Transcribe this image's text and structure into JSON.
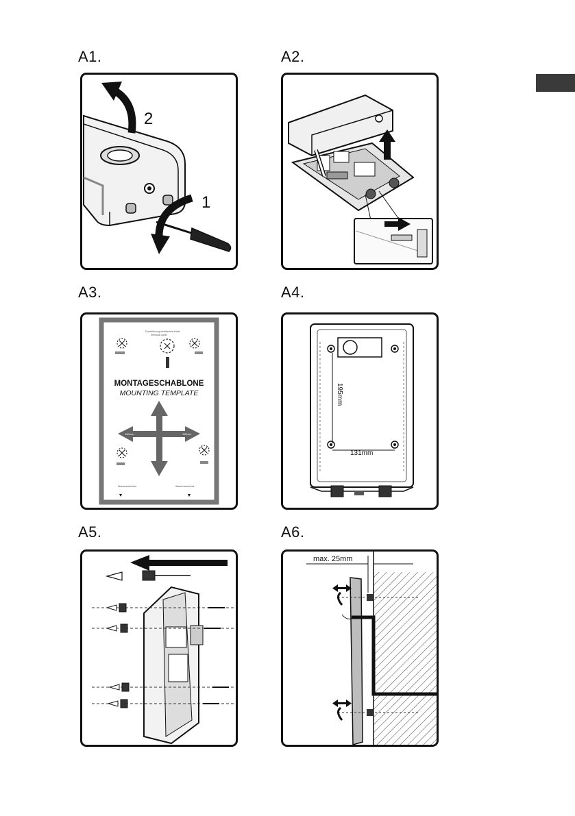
{
  "steps": [
    {
      "label": "A1.",
      "markers": [
        "1",
        "2"
      ]
    },
    {
      "label": "A2."
    },
    {
      "label": "A3.",
      "template": {
        "title": "MONTAGESCHABLONE",
        "subtitle": "MOUNTING TEMPLATE",
        "dim_left": "190mm",
        "dim_right": "190mm"
      }
    },
    {
      "label": "A4.",
      "dim_vertical": "195mm",
      "dim_horizontal": "131mm"
    },
    {
      "label": "A5."
    },
    {
      "label": "A6.",
      "dim_gap": "max. 25mm"
    }
  ]
}
